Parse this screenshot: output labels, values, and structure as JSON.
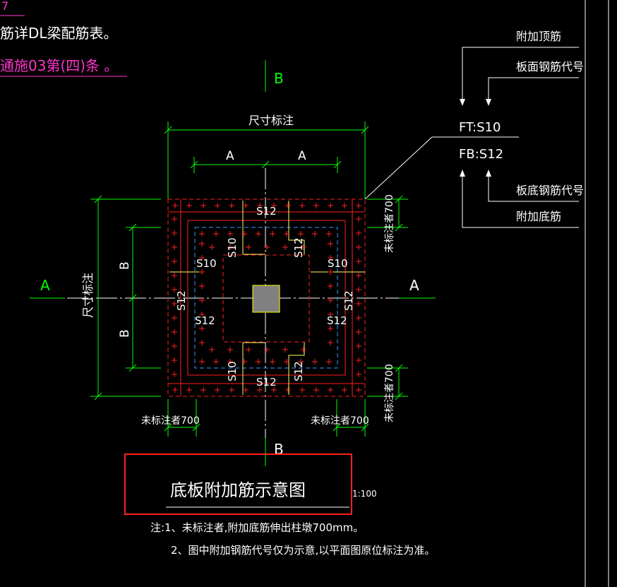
{
  "header": {
    "corner_text": "7",
    "line1": "筋详DL梁配筋表。",
    "line2": "通施03第(四)条  。"
  },
  "section_labels": {
    "a": "A",
    "b": "B"
  },
  "dimensions": {
    "size": "尺寸标注",
    "a": "A",
    "b": "B",
    "unmarked_700": "未标注者700"
  },
  "rebar_codes": {
    "s10": "S10",
    "s12": "S12"
  },
  "legend": {
    "top_add": "附加顶筋",
    "top_code": "板面钢筋代号",
    "ft": "FT:S10",
    "fb": "FB:S12",
    "bottom_code": "板底钢筋代号",
    "bottom_add": "附加底筋"
  },
  "title_block": {
    "title": "底板附加筋示意图",
    "scale": "1:100"
  },
  "notes": {
    "line1": "注:1、未标注者,附加底筋伸出柱墩700mm。",
    "line2": "2、图中附加钢筋代号仅为示意,以平面图原位标注为准。"
  },
  "colors": {
    "dim_green": "#00ff00",
    "rebar_red": "#ff2020",
    "dashed_blue": "#3399ff",
    "text_white": "#ffffff",
    "magenta": "#ff33cc",
    "highlight_red": "#ff2020",
    "column_fill": "#808080",
    "column_border": "#ffff00"
  }
}
